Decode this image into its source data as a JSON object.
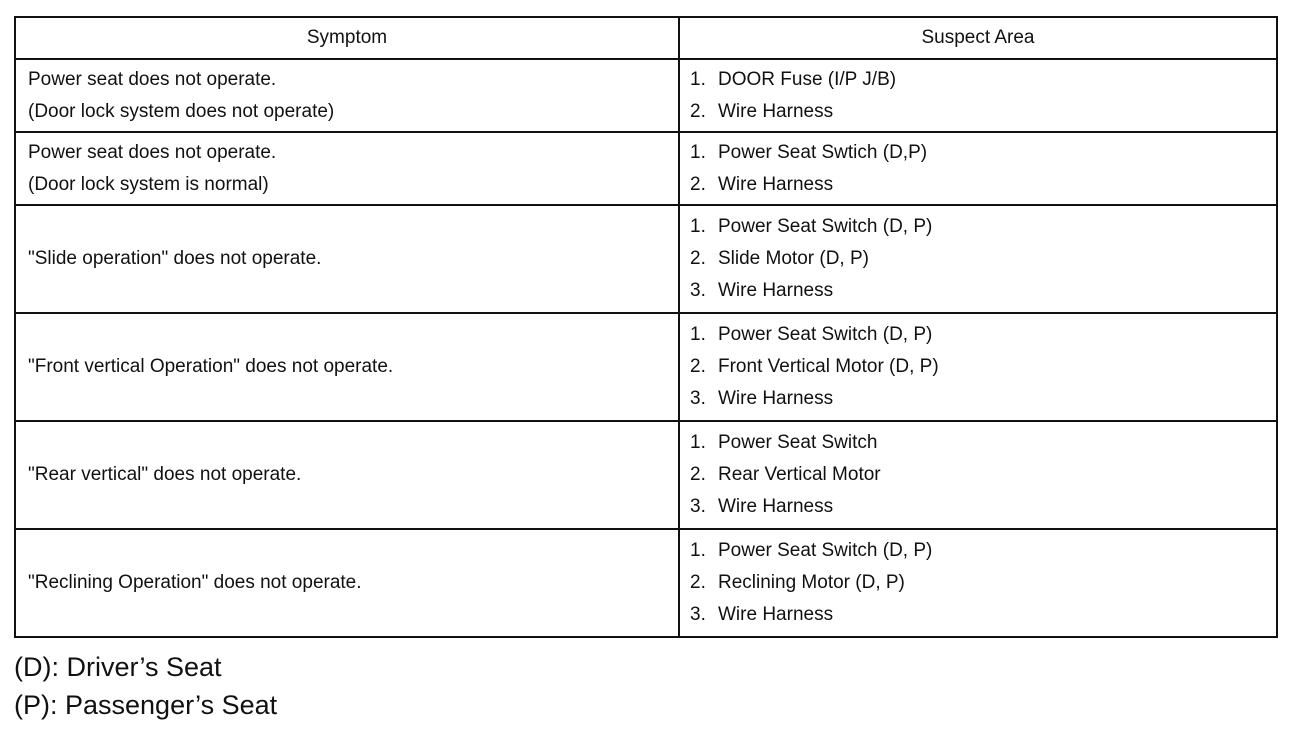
{
  "table": {
    "headers": {
      "symptom": "Symptom",
      "suspect_area": "Suspect Area"
    },
    "rows": [
      {
        "symptom": [
          "Power seat does not operate.",
          "(Door lock system does not operate)"
        ],
        "suspects": [
          {
            "n": "1.",
            "text": "DOOR Fuse (I/P J/B)"
          },
          {
            "n": "2.",
            "text": "Wire Harness"
          }
        ]
      },
      {
        "symptom": [
          "Power seat does not operate.",
          "(Door lock system is normal)"
        ],
        "suspects": [
          {
            "n": "1.",
            "text": "Power Seat Swtich (D,P)"
          },
          {
            "n": "2.",
            "text": "Wire Harness"
          }
        ]
      },
      {
        "symptom": [
          "\"Slide operation\" does not operate."
        ],
        "suspects": [
          {
            "n": "1.",
            "text": "Power Seat Switch (D, P)"
          },
          {
            "n": "2.",
            "text": "Slide Motor (D, P)"
          },
          {
            "n": "3.",
            "text": "Wire Harness"
          }
        ]
      },
      {
        "symptom": [
          "\"Front vertical Operation\" does not operate."
        ],
        "suspects": [
          {
            "n": "1.",
            "text": "Power Seat Switch (D, P)"
          },
          {
            "n": "2.",
            "text": "Front Vertical Motor (D, P)"
          },
          {
            "n": "3.",
            "text": "Wire Harness"
          }
        ]
      },
      {
        "symptom": [
          "\"Rear vertical\" does not operate."
        ],
        "suspects": [
          {
            "n": "1.",
            "text": "Power Seat Switch"
          },
          {
            "n": "2.",
            "text": "Rear Vertical Motor"
          },
          {
            "n": "3.",
            "text": "Wire Harness"
          }
        ]
      },
      {
        "symptom": [
          "\"Reclining Operation\" does not operate."
        ],
        "suspects": [
          {
            "n": "1.",
            "text": "Power Seat Switch (D, P)"
          },
          {
            "n": "2.",
            "text": "Reclining Motor (D, P)"
          },
          {
            "n": "3.",
            "text": "Wire Harness"
          }
        ]
      }
    ]
  },
  "legend": {
    "driver": "(D): Driver’s Seat",
    "passenger": "(P): Passenger’s Seat"
  }
}
